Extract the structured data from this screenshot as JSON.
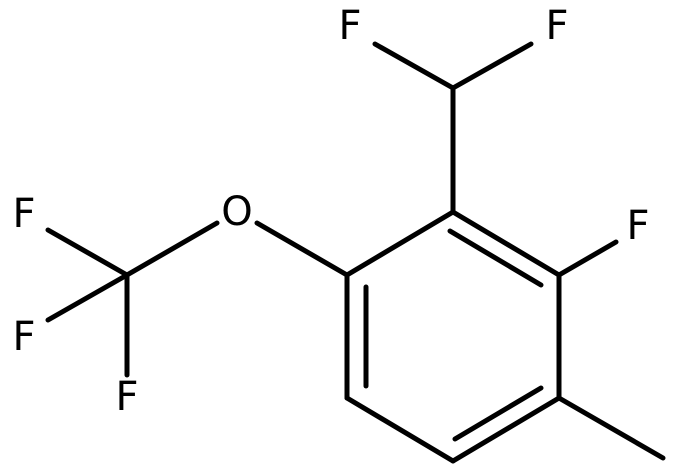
{
  "molecule": {
    "atoms": {
      "f_chf2_left": "F",
      "f_chf2_right": "F",
      "f_ring": "F",
      "o_ether": "O",
      "f_cf3_top": "F",
      "f_cf3_middle": "F",
      "f_cf3_bottom": "F"
    },
    "colors": {
      "bond": "#000000",
      "label": "#000000",
      "background": "#ffffff"
    }
  }
}
